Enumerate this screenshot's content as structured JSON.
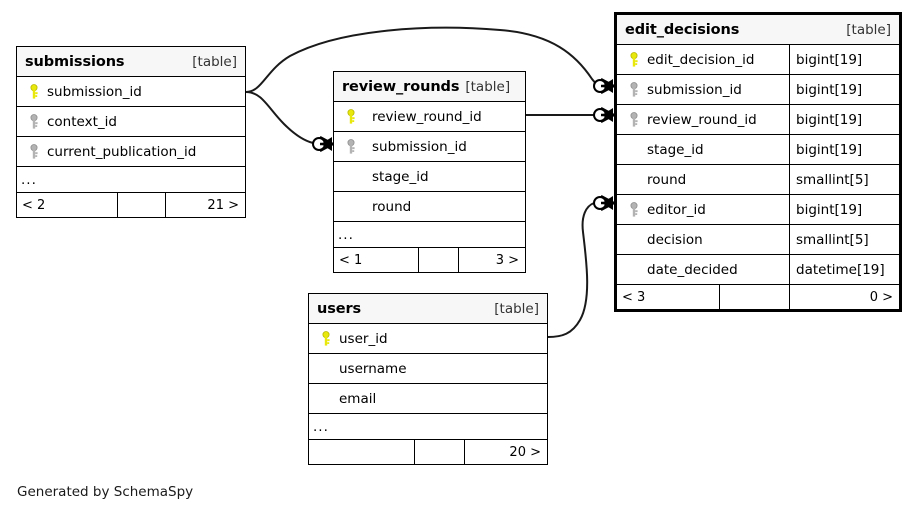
{
  "diagram": {
    "kind": "entity-relationship-diagram",
    "caption": "Generated by SchemaSpy",
    "table_tag": "[table]",
    "ellipsis": "...",
    "colors": {
      "primary_key": "#e8e80d",
      "foreign_key": "#b3b3b3",
      "border": "#000000",
      "header_background": "#f7f7f7",
      "page_background": "#ffffff"
    }
  },
  "tables": {
    "submissions": {
      "name": "submissions",
      "tag": "[table]",
      "emphasis": false,
      "columns": [
        {
          "key": "pk",
          "name": "submission_id",
          "type": ""
        },
        {
          "key": "fk",
          "name": "context_id",
          "type": ""
        },
        {
          "key": "fk",
          "name": "current_publication_id",
          "type": ""
        }
      ],
      "more": "...",
      "footer": {
        "left": "< 2",
        "mid": "",
        "right": "21 >"
      }
    },
    "review_rounds": {
      "name": "review_rounds",
      "tag": "[table]",
      "emphasis": false,
      "columns": [
        {
          "key": "pk",
          "name": "review_round_id",
          "type": ""
        },
        {
          "key": "fk",
          "name": "submission_id",
          "type": ""
        },
        {
          "key": "none",
          "name": "stage_id",
          "type": ""
        },
        {
          "key": "none",
          "name": "round",
          "type": ""
        }
      ],
      "more": "...",
      "footer": {
        "left": "< 1",
        "mid": "",
        "right": "3 >"
      }
    },
    "users": {
      "name": "users",
      "tag": "[table]",
      "emphasis": false,
      "columns": [
        {
          "key": "pk",
          "name": "user_id",
          "type": ""
        },
        {
          "key": "none",
          "name": "username",
          "type": ""
        },
        {
          "key": "none",
          "name": "email",
          "type": ""
        }
      ],
      "more": "...",
      "footer": {
        "left": "",
        "mid": "",
        "right": "20 >"
      }
    },
    "edit_decisions": {
      "name": "edit_decisions",
      "tag": "[table]",
      "emphasis": true,
      "columns": [
        {
          "key": "pk",
          "name": "edit_decision_id",
          "type": "bigint[19]"
        },
        {
          "key": "fk",
          "name": "submission_id",
          "type": "bigint[19]"
        },
        {
          "key": "fk",
          "name": "review_round_id",
          "type": "bigint[19]"
        },
        {
          "key": "none",
          "name": "stage_id",
          "type": "bigint[19]"
        },
        {
          "key": "none",
          "name": "round",
          "type": "smallint[5]"
        },
        {
          "key": "fk",
          "name": "editor_id",
          "type": "bigint[19]"
        },
        {
          "key": "none",
          "name": "decision",
          "type": "smallint[5]"
        },
        {
          "key": "none",
          "name": "date_decided",
          "type": "datetime[19]"
        }
      ],
      "footer": {
        "left": "< 3",
        "mid": "",
        "right": "0 >"
      }
    }
  },
  "relationships": [
    {
      "from": "submissions.submission_id",
      "to": "edit_decisions.submission_id",
      "from_cardinality": "one",
      "to_cardinality": "zero-or-many"
    },
    {
      "from": "submissions.submission_id",
      "to": "review_rounds.submission_id",
      "from_cardinality": "one",
      "to_cardinality": "zero-or-many"
    },
    {
      "from": "review_rounds.review_round_id",
      "to": "edit_decisions.review_round_id",
      "from_cardinality": "one",
      "to_cardinality": "zero-or-many"
    },
    {
      "from": "users.user_id",
      "to": "edit_decisions.editor_id",
      "from_cardinality": "one",
      "to_cardinality": "zero-or-many"
    }
  ]
}
